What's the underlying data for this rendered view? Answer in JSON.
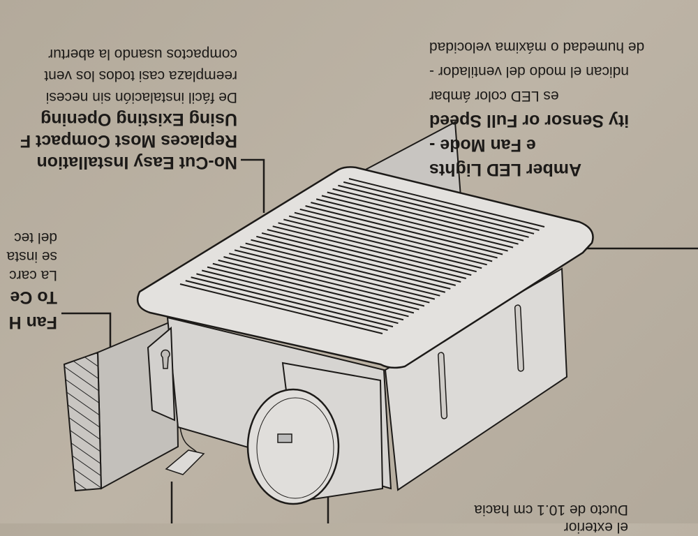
{
  "box_text": {
    "no_cut": {
      "title_lines": [
        "No-Cut Easy Installation",
        "Replaces Most Compact F",
        "Using Existing Opening"
      ],
      "body_lines": [
        "De fácil instalación sin necesi",
        "reemplaza casi todos los vent",
        "compactos usando la abertur"
      ]
    },
    "led": {
      "title_lines": [
        "Amber LED Lights",
        "e Fan Mode -",
        "ity Sensor or Full Speed"
      ],
      "body_lines": [
        "es LED color ámbar",
        "ndican el modo del ventilador -",
        "de humedad o máxima velocidad"
      ]
    },
    "fan_housing": {
      "title_lines": [
        "Fan H",
        "To Ce"
      ],
      "body_lines": [
        "La carc",
        "se insta",
        "del tec"
      ]
    },
    "duct": {
      "body_lines": [
        "Ducto de 10.1 cm hacia",
        "el exterior"
      ]
    }
  },
  "colors": {
    "background": "#b8af a0",
    "fan_body": "#d9d7d4",
    "outline": "#1c1a18"
  }
}
